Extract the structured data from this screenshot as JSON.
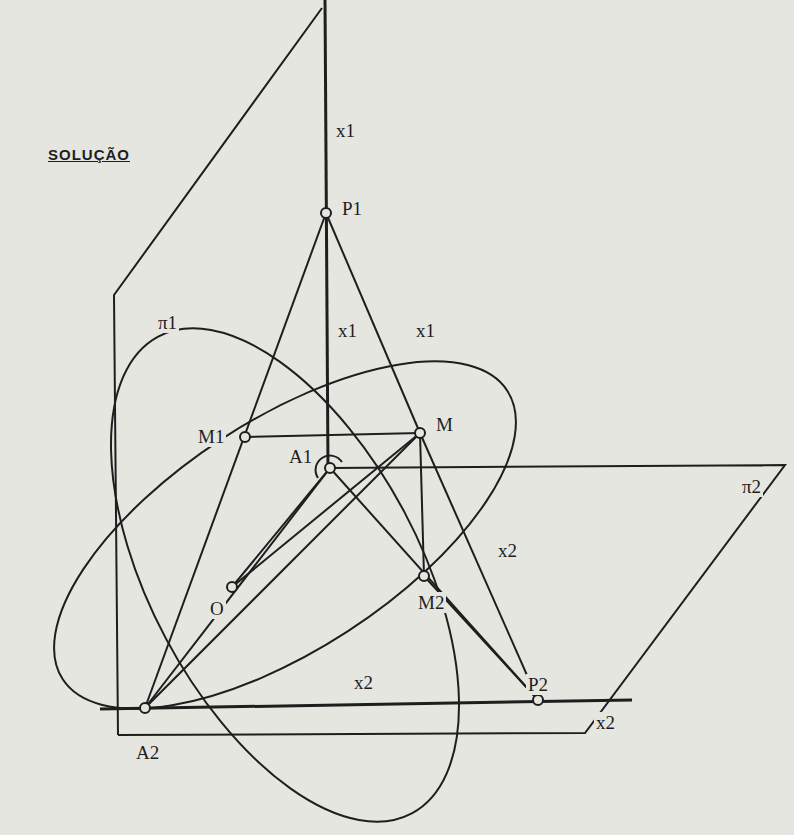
{
  "diagram": {
    "labels": [
      "SOLUÇÃO",
      "x1",
      "P1",
      "π1",
      "x1",
      "x1",
      "M1",
      "A1",
      "M",
      "π2",
      "O",
      "M2",
      "x2",
      "x2",
      "P2",
      "x2",
      "A2"
    ]
  }
}
